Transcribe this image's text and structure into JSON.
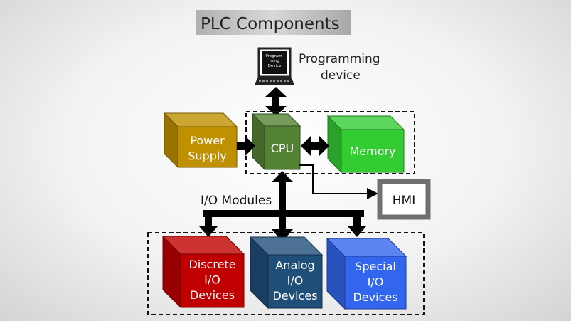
{
  "title": "PLC Components",
  "programming": {
    "screen_lines": [
      "Program-",
      "ming",
      "Device"
    ],
    "label_lines": [
      "Programming",
      "device"
    ]
  },
  "power_supply": {
    "lines": [
      "Power",
      "Supply"
    ],
    "color": "#bf9000"
  },
  "cpu": {
    "label": "CPU",
    "color": "#548235"
  },
  "memory": {
    "label": "Memory",
    "color": "#33cc33"
  },
  "hmi": {
    "label": "HMI"
  },
  "io_modules": {
    "label": "I/O Modules"
  },
  "devices": [
    {
      "lines": [
        "Discrete",
        "I/O",
        "Devices"
      ],
      "color": "#c00000"
    },
    {
      "lines": [
        "Analog",
        "I/O",
        "Devices"
      ],
      "color": "#1f4e79"
    },
    {
      "lines": [
        "Special",
        "I/O",
        "Devices"
      ],
      "color": "#3366ee"
    }
  ]
}
